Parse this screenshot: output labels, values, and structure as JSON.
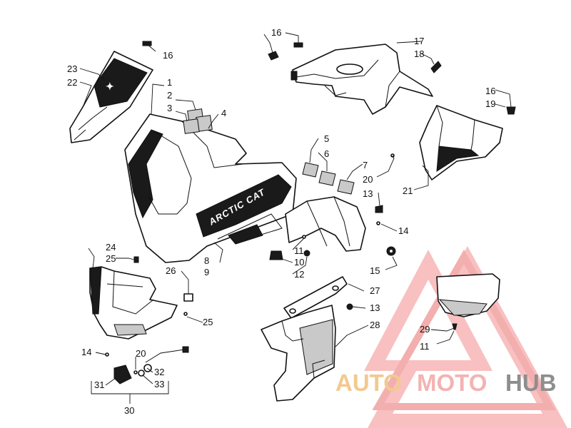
{
  "diagram": {
    "decal_text": "ARCTIC CAT",
    "callouts": {
      "c1": "1",
      "c2": "2",
      "c3": "3",
      "c4": "4",
      "c5": "5",
      "c6": "6",
      "c7": "7",
      "c8": "8",
      "c9": "9",
      "c10": "10",
      "c11a": "11",
      "c11b": "11",
      "c12": "12",
      "c13a": "13",
      "c13b": "13",
      "c14a": "14",
      "c14b": "14",
      "c15": "15",
      "c16a": "16",
      "c16b": "16",
      "c16c": "16",
      "c17": "17",
      "c18": "18",
      "c19": "19",
      "c20a": "20",
      "c20b": "20",
      "c21": "21",
      "c22": "22",
      "c23": "23",
      "c24": "24",
      "c25a": "25",
      "c25b": "25",
      "c26": "26",
      "c27": "27",
      "c28": "28",
      "c29": "29",
      "c30": "30",
      "c31": "31",
      "c32": "32",
      "c33": "33"
    }
  },
  "watermark": {
    "part1": "AUTO",
    "part2": "MOTO",
    "part3": "HUB",
    "colors": {
      "auto": "#f3c98f",
      "moto": "#f3b3b3",
      "hub": "#8e8e8e",
      "triangle": "#f4a3a3"
    }
  }
}
